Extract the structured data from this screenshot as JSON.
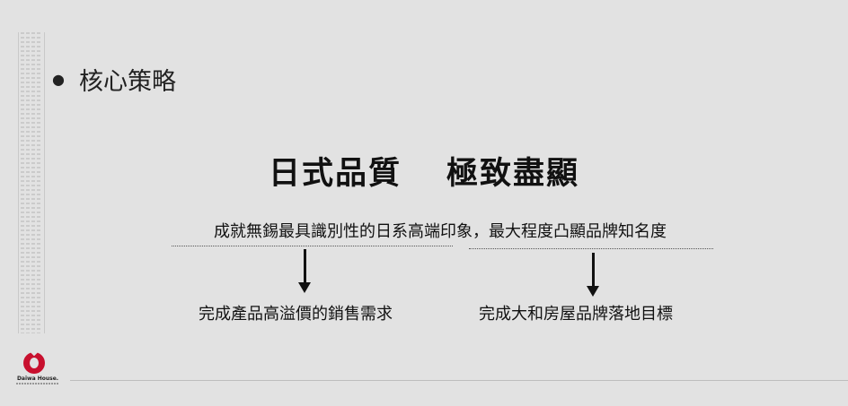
{
  "slide": {
    "bullet_title": "核心策略",
    "headline_part1": "日式品質",
    "headline_part2": "極致盡顯",
    "subline": "成就無錫最具識別性的日系高端印象，最大程度凸顯品牌知名度",
    "outcome_left": "完成產品高溢價的銷售需求",
    "outcome_right": "完成大和房屋品牌落地目標",
    "logo_text": "Daiwa House."
  },
  "colors": {
    "background": "#e2e2e2",
    "brand_red": "#c8102e",
    "text": "#111111"
  },
  "icons": {
    "bullet": "bullet-dot-icon",
    "arrows": "arrow-down-icon",
    "logo": "daiwa-house-logo-icon"
  }
}
